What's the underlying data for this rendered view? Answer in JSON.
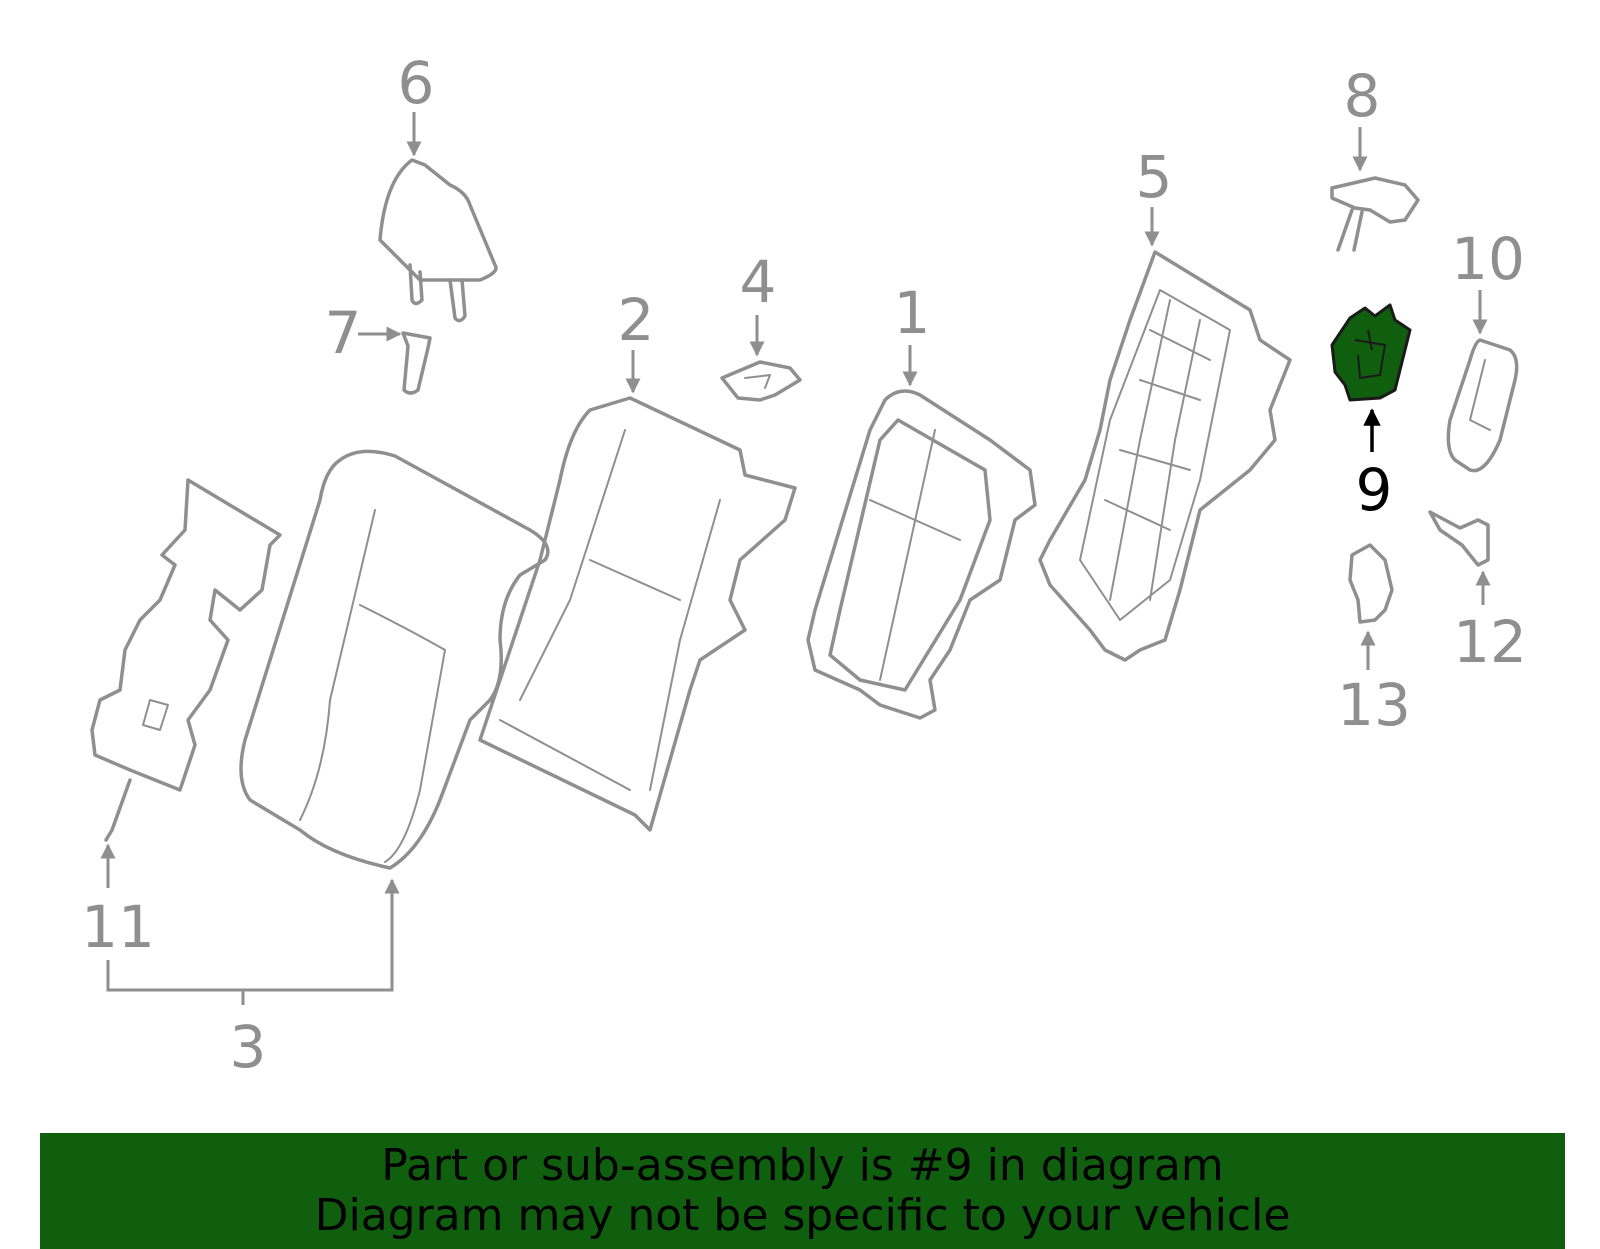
{
  "diagram": {
    "highlight_color": "#0f5f0f",
    "line_color": "#8f8f8f",
    "callouts": [
      {
        "id": "1",
        "text": "1"
      },
      {
        "id": "2",
        "text": "2"
      },
      {
        "id": "3",
        "text": "3"
      },
      {
        "id": "4",
        "text": "4"
      },
      {
        "id": "5",
        "text": "5"
      },
      {
        "id": "6",
        "text": "6"
      },
      {
        "id": "7",
        "text": "7"
      },
      {
        "id": "8",
        "text": "8"
      },
      {
        "id": "9",
        "text": "9",
        "highlighted": true
      },
      {
        "id": "10",
        "text": "10"
      },
      {
        "id": "11",
        "text": "11"
      },
      {
        "id": "12",
        "text": "12"
      },
      {
        "id": "13",
        "text": "13"
      }
    ]
  },
  "banner": {
    "line1": "Part or sub-assembly is #9 in diagram",
    "line2": "Diagram may not be specific to your vehicle",
    "background": "#0f5f0f"
  }
}
